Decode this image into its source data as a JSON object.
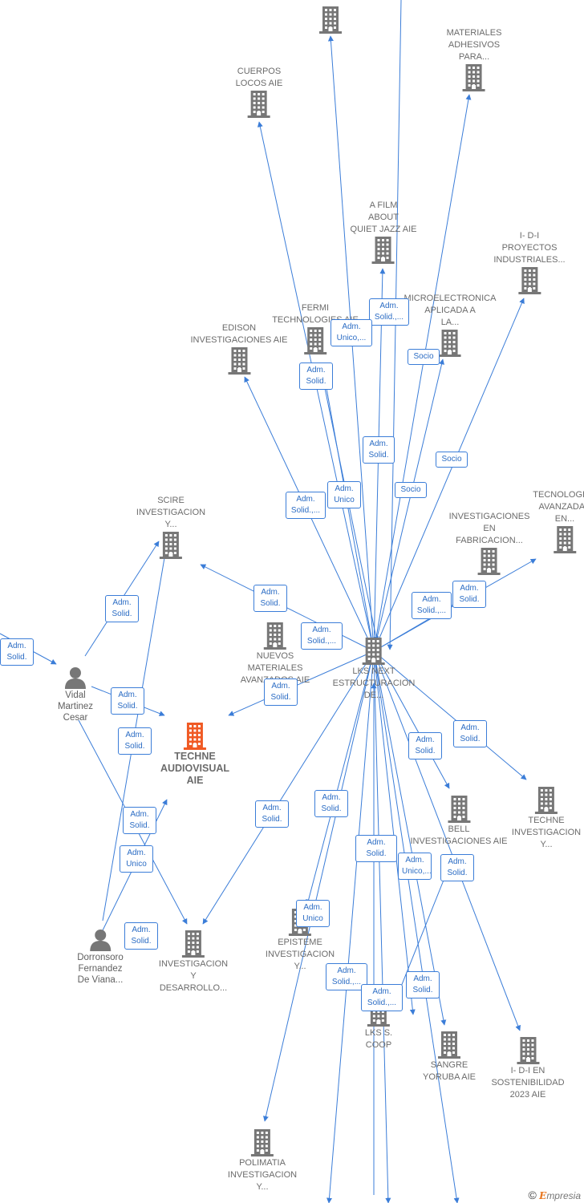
{
  "colors": {
    "edge": "#3b7dd8",
    "building": "#777777",
    "highlight": "#f05a24",
    "label": "#6b6b6b"
  },
  "nodes": [
    {
      "id": "top",
      "type": "company",
      "label": ""
    },
    {
      "id": "materiales",
      "type": "company",
      "label": "MATERIALES\nADHESIVOS\nPARA..."
    },
    {
      "id": "cuerpos",
      "type": "company",
      "label": "CUERPOS\nLOCOS AIE"
    },
    {
      "id": "afilm",
      "type": "company",
      "label": "A FILM\nABOUT\nQUIET JAZZ AIE"
    },
    {
      "id": "idi_proy",
      "type": "company",
      "label": "I- D-I\nPROYECTOS\nINDUSTRIALES..."
    },
    {
      "id": "fermi",
      "type": "company",
      "label": "FERMI\nTECHNOLOGIES AIE"
    },
    {
      "id": "micro",
      "type": "company",
      "label": "MICROELECTRONICA\nAPLICADA A\nLA..."
    },
    {
      "id": "edison",
      "type": "company",
      "label": "EDISON\nINVESTIGACIONES AIE"
    },
    {
      "id": "scire",
      "type": "company",
      "label": "SCIRE\nINVESTIGACION\nY..."
    },
    {
      "id": "invfab",
      "type": "company",
      "label": "INVESTIGACIONES\nEN\nFABRICACION..."
    },
    {
      "id": "tecav",
      "type": "company",
      "label": "TECNOLOGIAS\nAVANZADAS\nEN..."
    },
    {
      "id": "nuevos",
      "type": "company",
      "label": "NUEVOS\nMATERIALES\nAVANZADOS AIE"
    },
    {
      "id": "lks",
      "type": "company",
      "label": "LKS NEXT\nESTRUCTURACION\nDE..."
    },
    {
      "id": "vidal",
      "type": "person",
      "label": "Vidal\nMartinez\nCesar"
    },
    {
      "id": "techne_av",
      "type": "main",
      "label": "TECHNE\nAUDIOVISUAL\nAIE"
    },
    {
      "id": "bell",
      "type": "company",
      "label": "BELL\nINVESTIGACIONES AIE"
    },
    {
      "id": "techne_inv",
      "type": "company",
      "label": "TECHNE\nINVESTIGACION\nY..."
    },
    {
      "id": "dorronsoro",
      "type": "person",
      "label": "Dorronsoro\nFernandez\nDe Viana..."
    },
    {
      "id": "invdes",
      "type": "company",
      "label": "INVESTIGACION\nY\nDESARROLLO..."
    },
    {
      "id": "episteme",
      "type": "company",
      "label": "EPISTEME\nINVESTIGACION\nY..."
    },
    {
      "id": "lkss",
      "type": "company",
      "label": "LKS S.\nCOOP"
    },
    {
      "id": "sangre",
      "type": "company",
      "label": "SANGRE\nYORUBA AIE"
    },
    {
      "id": "idi_sost",
      "type": "company",
      "label": "I- D-I EN\nSOSTENIBILIDAD\n2023 AIE"
    },
    {
      "id": "polimatia",
      "type": "company",
      "label": "POLIMATIA\nINVESTIGACION\nY..."
    }
  ],
  "badges": [
    "Adm.\nSolid.,...",
    "Adm.\nUnico,...",
    "Adm.\nSolid.",
    "Socio",
    "Adm.\nSolid.",
    "Socio",
    "Adm.\nSolid.,...",
    "Adm.\nUnico",
    "Socio",
    "Adm.\nSolid.",
    "Adm.\nSolid.",
    "Adm.\nSolid.,...",
    "Adm.\nSolid.,...",
    "Adm.\nSolid.",
    "Adm.\nSolid.",
    "Adm.\nSolid.",
    "Adm.\nSolid.",
    "Adm.\nSolid.",
    "Adm.\nSolid.",
    "Adm.\nSolid.",
    "Adm.\nSolid.",
    "Adm.\nSolid.",
    "Adm.\nSolid.",
    "Adm.\nSolid.",
    "Adm.\nUnico,...",
    "Adm.\nSolid.",
    "Adm.\nUnico",
    "Adm.\nUnico",
    "Adm.\nSolid.",
    "Adm.\nSolid.,...",
    "Adm.\nSolid.,...",
    "Adm.\nSolid."
  ],
  "footer": {
    "copyright": "©",
    "brand_initial": "E",
    "brand_rest": "mpresia"
  }
}
